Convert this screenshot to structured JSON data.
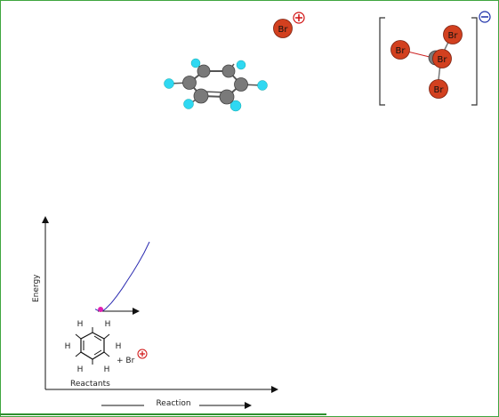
{
  "scene": {
    "bromonium": {
      "label": "Br",
      "charge": "+"
    },
    "tribromide": {
      "atoms": [
        {
          "label": "Br"
        },
        {
          "label": "Br"
        },
        {
          "label": "Br"
        },
        {
          "label": "Br"
        }
      ],
      "charge": "−"
    }
  },
  "colors": {
    "carbon": "#7a7a7a",
    "hydrogen": "#2fd8f2",
    "bromine": "#d2401f",
    "frame": "#3fa63f",
    "curve": "#2a2ab0",
    "marker": "#e020b0",
    "charge_plus": "#d01010",
    "charge_minus": "#1a2ea8"
  },
  "energy_diagram": {
    "y_axis_label": "Energy",
    "x_axis_label": "Reaction",
    "reactants_label": "Reactants",
    "species": {
      "ring_h_labels": [
        "H",
        "H",
        "H",
        "H",
        "H",
        "H"
      ],
      "plus_text": "+ Br",
      "charge": "+"
    }
  },
  "chart_data": {
    "type": "line",
    "title": "",
    "xlabel": "Reaction",
    "ylabel": "Energy",
    "series": [
      {
        "name": "",
        "x": [
          0.0,
          0.05,
          0.1,
          0.15,
          0.2,
          0.3,
          0.4,
          0.5,
          0.6,
          0.7,
          0.8,
          0.9,
          1.0
        ],
        "y": [
          0.03,
          0.01,
          0.0,
          0.01,
          0.04,
          0.12,
          0.22,
          0.33,
          0.45,
          0.57,
          0.7,
          0.84,
          1.0
        ]
      }
    ],
    "marker": {
      "x": 0.1,
      "y": 0.0
    },
    "grid": false
  }
}
